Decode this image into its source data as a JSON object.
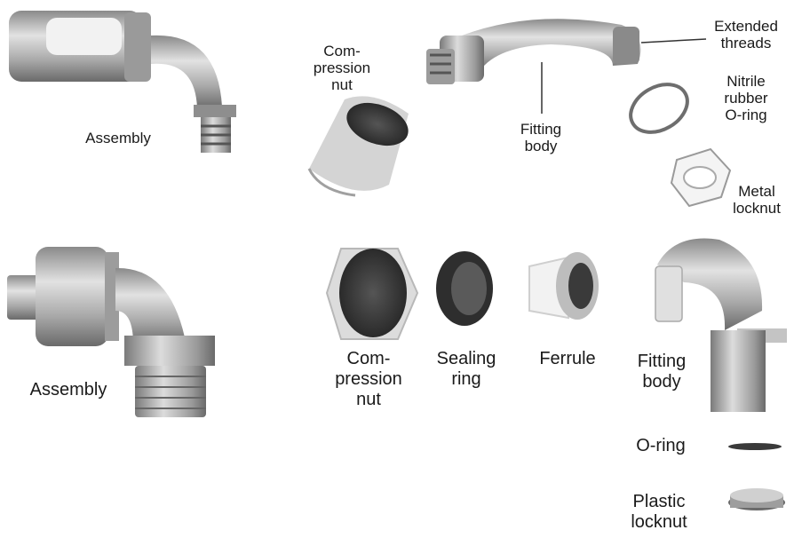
{
  "top": {
    "assembly": "Assembly",
    "compression_nut": "Com-\npression\nnut",
    "fitting_body": "Fitting\nbody",
    "extended_threads": "Extended\nthreads",
    "oring": "Nitrile\nrubber\nO-ring",
    "locknut": "Metal\nlocknut"
  },
  "bottom": {
    "assembly": "Assembly",
    "compression_nut": "Com-\npression\nnut",
    "sealing_ring": "Sealing\nring",
    "ferrule": "Ferrule",
    "fitting_body": "Fitting\nbody",
    "oring": "O-ring",
    "locknut": "Plastic\nlocknut"
  }
}
